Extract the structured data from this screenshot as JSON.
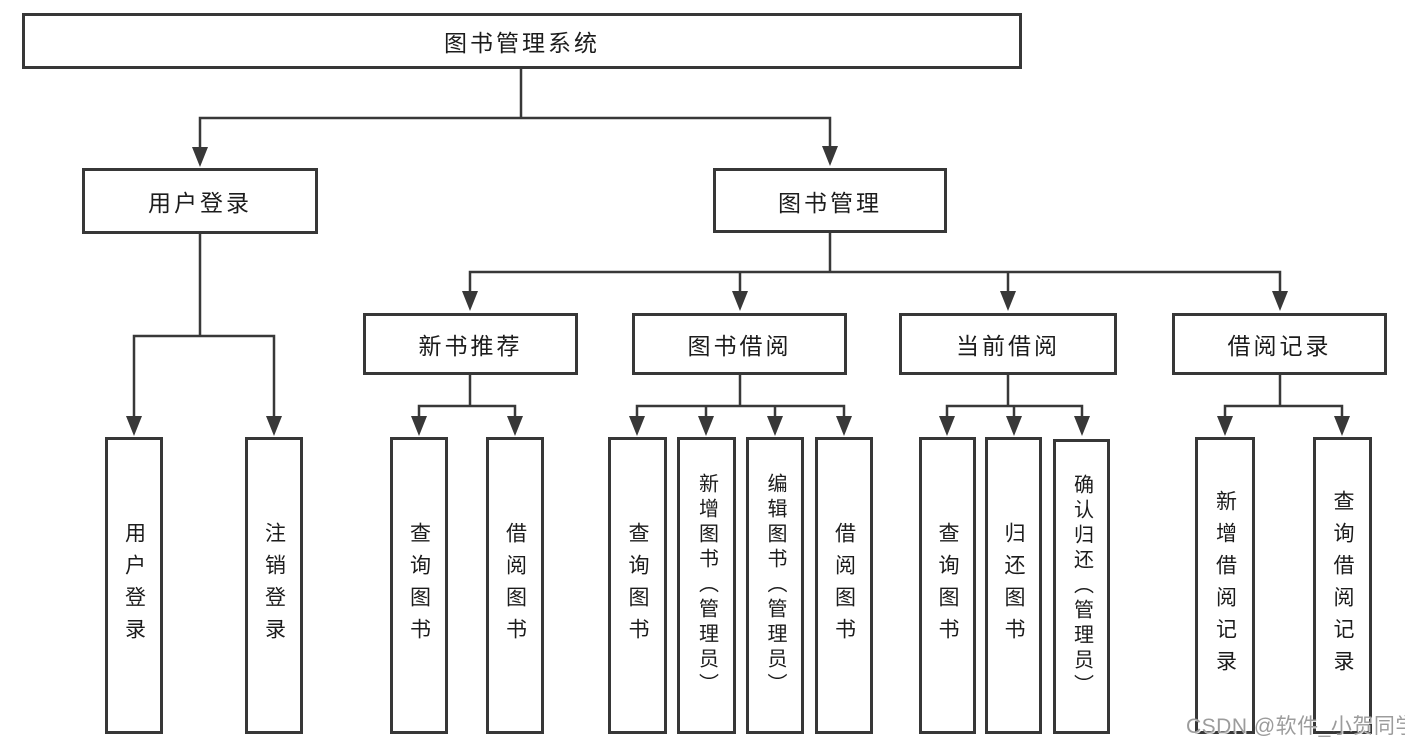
{
  "diagram": {
    "title": "图书管理系统",
    "branches": [
      {
        "label": "用户登录",
        "children": [
          {
            "label": "用户登录"
          },
          {
            "label": "注销登录"
          }
        ]
      },
      {
        "label": "图书管理",
        "children": [
          {
            "label": "新书推荐",
            "children": [
              {
                "label": "查询图书"
              },
              {
                "label": "借阅图书"
              }
            ]
          },
          {
            "label": "图书借阅",
            "children": [
              {
                "label": "查询图书"
              },
              {
                "label": "新增图书（管理员）"
              },
              {
                "label": "编辑图书（管理员）"
              },
              {
                "label": "借阅图书"
              }
            ]
          },
          {
            "label": "当前借阅",
            "children": [
              {
                "label": "查询图书"
              },
              {
                "label": "归还图书"
              },
              {
                "label": "确认归还（管理员）"
              }
            ]
          },
          {
            "label": "借阅记录",
            "children": [
              {
                "label": "新增借阅记录"
              },
              {
                "label": "查询借阅记录"
              }
            ]
          }
        ]
      }
    ]
  },
  "watermark": {
    "text": "CSDN @软件_小贺同学"
  },
  "colors": {
    "line": "#383838",
    "box_border": "#373737",
    "text": "#1c1c1c",
    "watermark": "#9c9c9c",
    "background": "#ffffff"
  }
}
